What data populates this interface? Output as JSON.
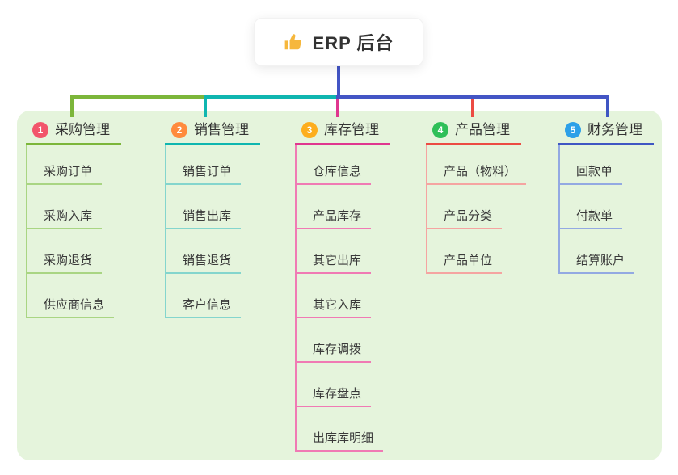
{
  "root": {
    "label": "ERP 后台",
    "icon": "thumbs-up-icon",
    "icon_color": "#f6b73c",
    "connector_color": "#4355c5"
  },
  "panel_color": "#e5f4dc",
  "text_color": "#3a3a3a",
  "branches": [
    {
      "badge": "1",
      "label": "采购管理",
      "badge_color": "#f2556b",
      "line_color": "#7cb63a",
      "child_line_color": "#a9d583",
      "children": [
        "采购订单",
        "采购入库",
        "采购退货",
        "供应商信息"
      ]
    },
    {
      "badge": "2",
      "label": "销售管理",
      "badge_color": "#ff8b3d",
      "line_color": "#0fb6b0",
      "child_line_color": "#84d5cd",
      "children": [
        "销售订单",
        "销售出库",
        "销售退货",
        "客户信息"
      ]
    },
    {
      "badge": "3",
      "label": "库存管理",
      "badge_color": "#fdae1e",
      "line_color": "#e0368f",
      "child_line_color": "#f07ab4",
      "children": [
        "仓库信息",
        "产品库存",
        "其它出库",
        "其它入库",
        "库存调拨",
        "库存盘点",
        "出库库明细"
      ]
    },
    {
      "badge": "4",
      "label": "产品管理",
      "badge_color": "#2fbf58",
      "line_color": "#ec4b43",
      "child_line_color": "#f5a4a1",
      "children": [
        "产品（物料）",
        "产品分类",
        "产品单位"
      ]
    },
    {
      "badge": "5",
      "label": "财务管理",
      "badge_color": "#2da0e8",
      "line_color": "#3f56c3",
      "child_line_color": "#93a9e2",
      "children": [
        "回款单",
        "付款单",
        "结算账户"
      ]
    }
  ]
}
